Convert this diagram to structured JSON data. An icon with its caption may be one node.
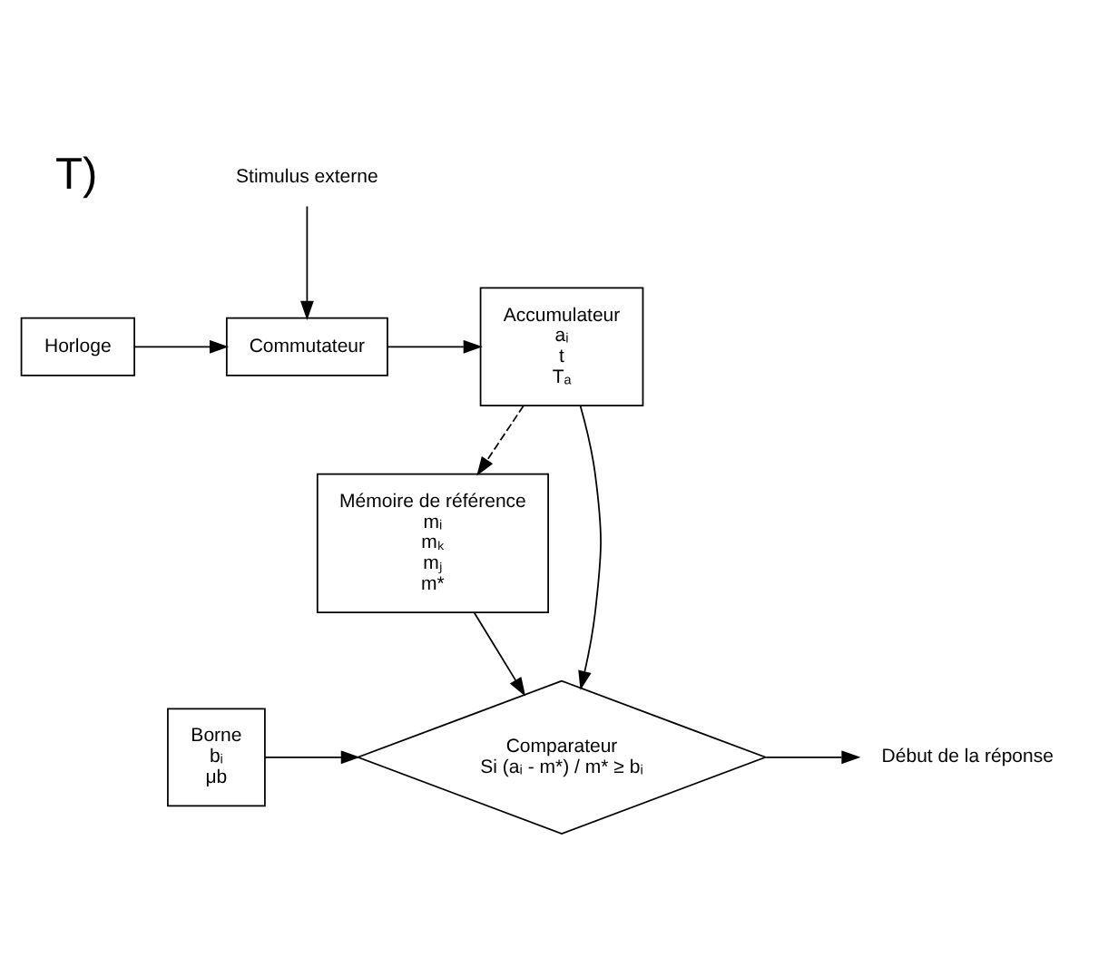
{
  "diagram": {
    "nodes": [
      {
        "text": [
          "Stimulus externe"
        ]
      },
      {
        "text": [
          "Horloge"
        ]
      },
      {
        "text": [
          "Commutateur"
        ]
      },
      {
        "text": [
          "Accumulateur",
          "aᵢ",
          "t",
          "Tₐ"
        ]
      },
      {
        "text": [
          "Mémoire de référence",
          "mᵢ",
          "mₖ",
          "mⱼ",
          "m*"
        ]
      },
      {
        "text": [
          "Borne",
          "bᵢ",
          "μb"
        ]
      },
      {
        "text": [
          "Comparateur",
          "Si (aᵢ - m*) / m* ≥ bᵢ"
        ]
      },
      {
        "text": [
          "Début de la réponse"
        ]
      }
    ],
    "edges": [
      {
        "from": 0,
        "to": 2,
        "arrow": "to"
      },
      {
        "from": 1,
        "to": 2,
        "arrow": "to"
      },
      {
        "from": 2,
        "to": 3,
        "arrow": "to"
      },
      {
        "from": 3,
        "to": 4,
        "arrow": "to",
        "style": "dashed"
      },
      {
        "from": 3,
        "to": 6,
        "arrow": "to"
      },
      {
        "from": 4,
        "to": 6,
        "arrow": "to"
      },
      {
        "from": 5,
        "to": 6,
        "arrow": "to"
      },
      {
        "from": 6,
        "to": 7,
        "arrow": "to"
      }
    ],
    "labels": [
      "T)"
    ]
  }
}
